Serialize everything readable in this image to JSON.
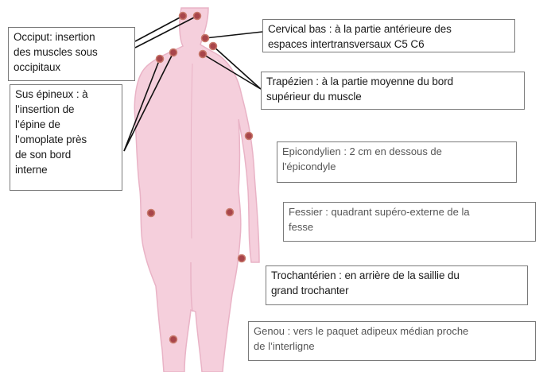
{
  "points": [
    {
      "id": "occiput-l",
      "name": "Occiput"
    },
    {
      "id": "occiput-r",
      "name": "Occiput"
    },
    {
      "id": "cervical",
      "name": "Cervical bas"
    },
    {
      "id": "trapeze-l",
      "name": "Trapézien"
    },
    {
      "id": "trapeze-r",
      "name": "Trapézien"
    },
    {
      "id": "susepineux-l",
      "name": "Sus épineux"
    },
    {
      "id": "susepineux-r",
      "name": "Sus épineux"
    },
    {
      "id": "epicondyle",
      "name": "Epicondylien"
    },
    {
      "id": "fessier-l",
      "name": "Fessier"
    },
    {
      "id": "fessier-r",
      "name": "Fessier"
    },
    {
      "id": "trochanter",
      "name": "Trochantérien"
    },
    {
      "id": "genou",
      "name": "Genou"
    }
  ],
  "labels": {
    "occiput": "Occiput: insertion\ndes muscles sous\noccipitaux",
    "sus_epineux": "Sus épineux : à\nl’insertion de\nl’épine de\nl’omoplate près\nde son bord\ninterne",
    "cervical": "Cervical bas : à la partie antérieure des\nespaces intertransversaux C5 C6",
    "trapezien": "Trapézien : à la partie moyenne du bord\nsupérieur du muscle",
    "epicondylien": "Epicondylien  : 2 cm en dessous de\nl'épicondyle",
    "fessier": "Fessier : quadrant supéro-externe de la\nfesse",
    "trochanterien": "Trochantérien : en arrière de la saillie du\ngrand trochanter",
    "genou": "Genou  : vers le paquet adipeux médian proche\nde l’interligne"
  },
  "colors": {
    "skin": "#f5cfdc",
    "skin_shade": "#e9b3c6",
    "point": "#a8454a",
    "point_rim": "#c87a6c",
    "line": "#111111"
  }
}
